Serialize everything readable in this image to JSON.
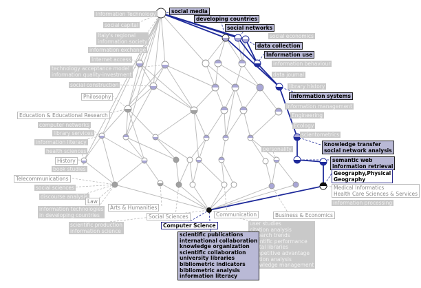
{
  "colors": {
    "highlight": "#1e2a9a",
    "gray_edge": "#bdbdbd",
    "node_fill_lav": "#a9a7d6",
    "node_fill_gray": "#a0a0a0"
  },
  "labels": {
    "information_technology": "Information Technology",
    "social_capital": "social capital",
    "italy_regional": "Italy's regional\ninformation society",
    "information_exchange": "information exchange",
    "internet_access": "Internet access",
    "technology_acceptance": "technology acceptance model\ninformation quality-investment",
    "social_construction": "social construction",
    "philosophy": "Philosophy",
    "education": "Education & Educational Research",
    "computer_networks": "computer networks",
    "library_services": "library services",
    "information_literacy_mid": "information literacy",
    "health_sciences": "health sciences",
    "history": "History",
    "book_studies": "book studies",
    "telecommunications": "Telecommunications",
    "social_sciences_ml": "social sciences",
    "discourse_analysis": "discourse analysis",
    "law": "Law",
    "information_technologies_developing": "information technologies\nin developing countries",
    "arts_humanities": "Arts & Humanities",
    "scientific_production": "scientific production\ninformation science",
    "social_sciences": "Social Sciences",
    "communication": "Communication",
    "business": "Business & Economics",
    "computer_science": "Computer Science",
    "social_media": "social media",
    "developing_countries": "developing countries",
    "social_networks": "social networks",
    "data_collection": "data collection",
    "information_use": "Information use",
    "information_systems": "information systems",
    "knowledge_transfer_block": "knowledge transfer\nsocial network analysis",
    "semantic_web_block": "semantic web\ninformation retrieval",
    "geography_block": "Geography,Physical\nGeography",
    "medical_informatics": "Medical Informatics\nHealth Care Sciences & Services",
    "right_r1": "social economics",
    "right_r2": "information behaviour",
    "right_r3": "data journal",
    "right_r4": "library history",
    "right_r5": "Information management",
    "right_r6": "Engineering",
    "right_r7": "Ecology",
    "right_r8": "scientometrics",
    "right_r9": "information processing",
    "right_r10": "personality",
    "bottom_list": "user studies\ncitation analysis\nresearch trends\nscientific performance\ndigital libraries\ncompetitive advantage\ncitation analysis\nknowledge management",
    "cs_list": "scientific publications\ninternational collaboration\nknowledge organization\nscientific collaboration\nuniversity libraries\nbibliometric indicators\nbibliometric analysis\ninformation literacy"
  }
}
